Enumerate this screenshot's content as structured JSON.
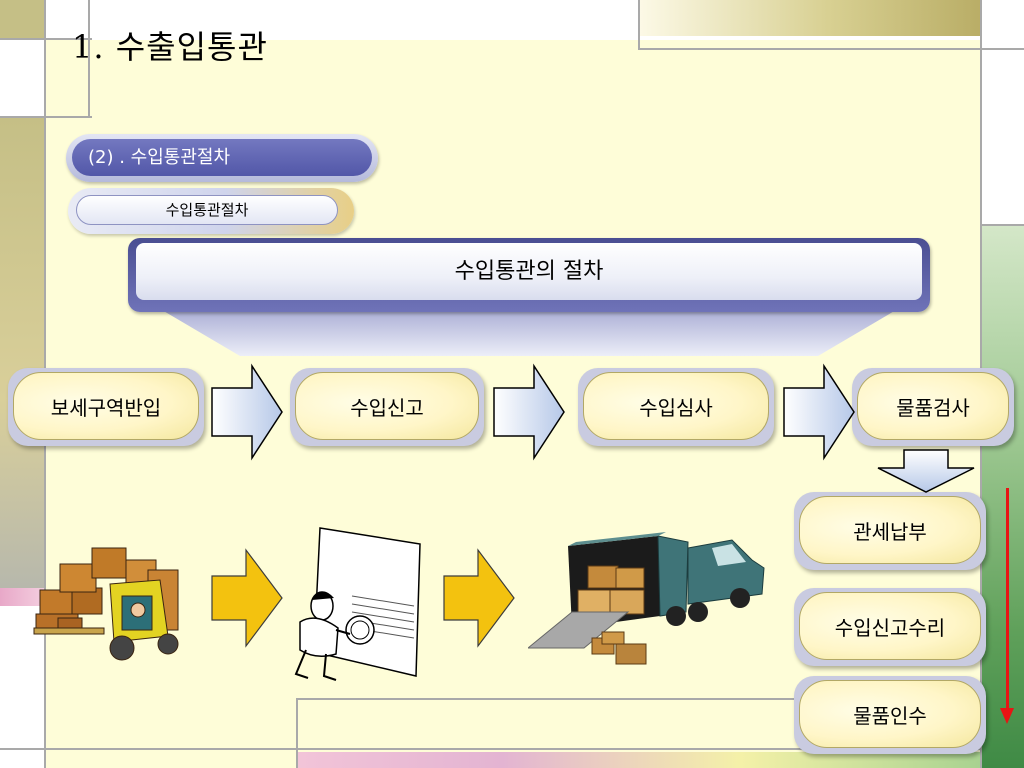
{
  "slide": {
    "title": "1. 수출입통관",
    "section_label": "(2) . 수입통관절차",
    "subsection_label": "수입통관절차",
    "banner_title": "수입통관의 절차"
  },
  "flow": {
    "row_steps": [
      "보세구역반입",
      "수입신고",
      "수입심사",
      "물품검사"
    ],
    "column_steps": [
      "관세납부",
      "수입신고수리",
      "물품인수"
    ]
  },
  "illustrations": [
    {
      "icon": "forklift-with-boxes-icon"
    },
    {
      "icon": "inspector-with-document-icon"
    },
    {
      "icon": "truck-unloading-boxes-icon"
    }
  ],
  "colors": {
    "background": "#fefdd8",
    "accent_blue": "#5257a8",
    "step_fill": "#fff6c8",
    "arrow_yellow": "#f3c20f",
    "timeline_red": "#e81414"
  }
}
